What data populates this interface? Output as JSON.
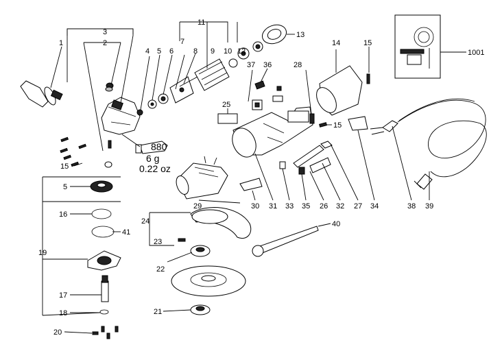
{
  "labels": {
    "l1": "1",
    "l2": "2",
    "l3": "3",
    "l4": "4",
    "l5": "5",
    "l5b": "5",
    "l6": "6",
    "l7": "7",
    "l8": "8",
    "l9": "9",
    "l10": "10",
    "l11": "11",
    "l12": "12",
    "l13": "13",
    "l14": "14",
    "l15a": "15",
    "l15b": "15",
    "l15c": "15",
    "l16": "16",
    "l17": "17",
    "l18": "18",
    "l19": "19",
    "l20": "20",
    "l21": "21",
    "l22": "22",
    "l23": "23",
    "l24": "24",
    "l25": "25",
    "l26": "26",
    "l27": "27",
    "l28": "28",
    "l29": "29",
    "l30": "30",
    "l31": "31",
    "l32": "32",
    "l33": "33",
    "l34": "34",
    "l35": "35",
    "l36": "36",
    "l37": "37",
    "l38": "38",
    "l39": "39",
    "l40": "40",
    "l41": "41",
    "l1001": "1001"
  },
  "grease": {
    "code": "880",
    "weight_g": "6 g",
    "weight_oz": "0.22 oz"
  }
}
